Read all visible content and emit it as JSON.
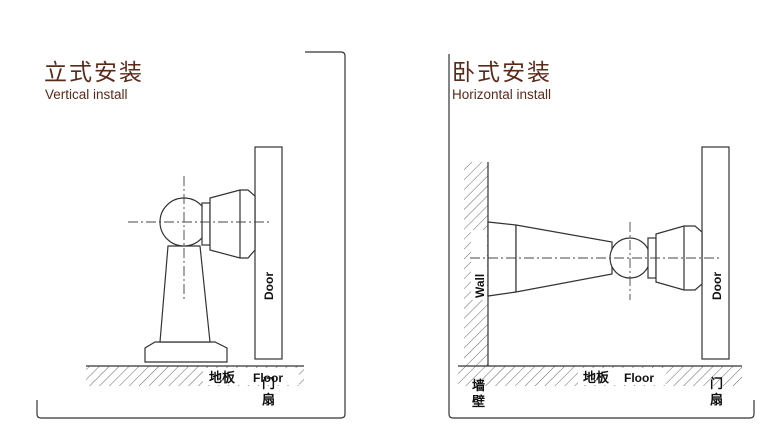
{
  "panels": [
    {
      "title_cn": "立式安装",
      "title_en": "Vertical install",
      "door_cn": "门扇",
      "door_en": "Door",
      "floor_cn": "地板",
      "floor_en": "Floor"
    },
    {
      "title_cn": "卧式安装",
      "title_en": "Horizontal install",
      "door_cn": "门扇",
      "door_en": "Door",
      "wall_cn": "墙壁",
      "wall_en": "Wall",
      "floor_cn": "地板",
      "floor_en": "Floor"
    }
  ],
  "colors": {
    "title": "#5a2a1a",
    "line": "#333333",
    "label": "#111111"
  }
}
